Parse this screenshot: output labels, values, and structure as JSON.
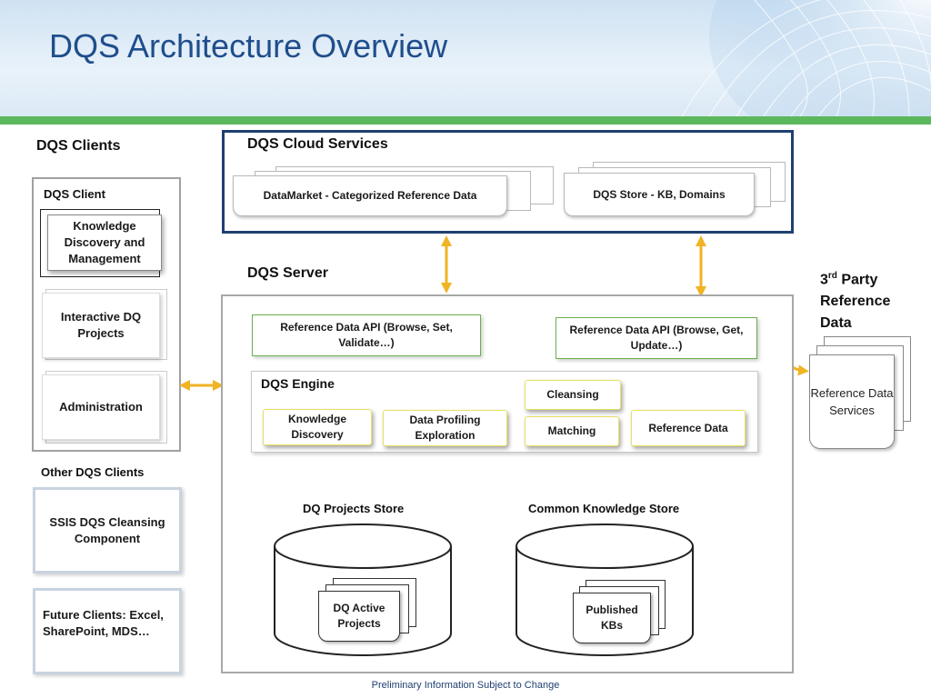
{
  "title": "DQS Architecture Overview",
  "clients": {
    "heading": "DQS Clients",
    "client_label": "DQS Client",
    "knowledge": "Knowledge Discovery and Management",
    "interactive": "Interactive DQ Projects",
    "admin": "Administration",
    "other_heading": "Other DQS Clients",
    "ssis": "SSIS DQS Cleansing Component",
    "future": "Future Clients: Excel, SharePoint, MDS…"
  },
  "cloud": {
    "heading": "DQS Cloud Services",
    "datamarket": "DataMarket - Categorized  Reference Data",
    "store": "DQS Store - KB, Domains"
  },
  "server": {
    "heading": "DQS Server",
    "api_left": "Reference Data API (Browse, Set, Validate…)",
    "api_right": "Reference Data API (Browse, Get, Update…)",
    "engine": "DQS Engine",
    "knowledge_discovery": "Knowledge Discovery",
    "data_profiling": "Data Profiling Exploration",
    "cleansing": "Cleansing",
    "matching": "Matching",
    "reference_data": "Reference Data",
    "dq_store": "DQ Projects Store",
    "ck_store": "Common Knowledge Store",
    "dq_active": "DQ  Active Projects",
    "published": "Published KBs"
  },
  "third_party": {
    "heading": "3",
    "sup": "rd",
    "heading_rest": " Party Reference Data",
    "services": "Reference Data Services"
  },
  "footer": "Preliminary Information Subject to Change",
  "colors": {
    "title": "#1f4e8c",
    "green_bar": "#5cb85c",
    "arrow": "#f0b323",
    "cloud_border": "#1f3f70"
  }
}
